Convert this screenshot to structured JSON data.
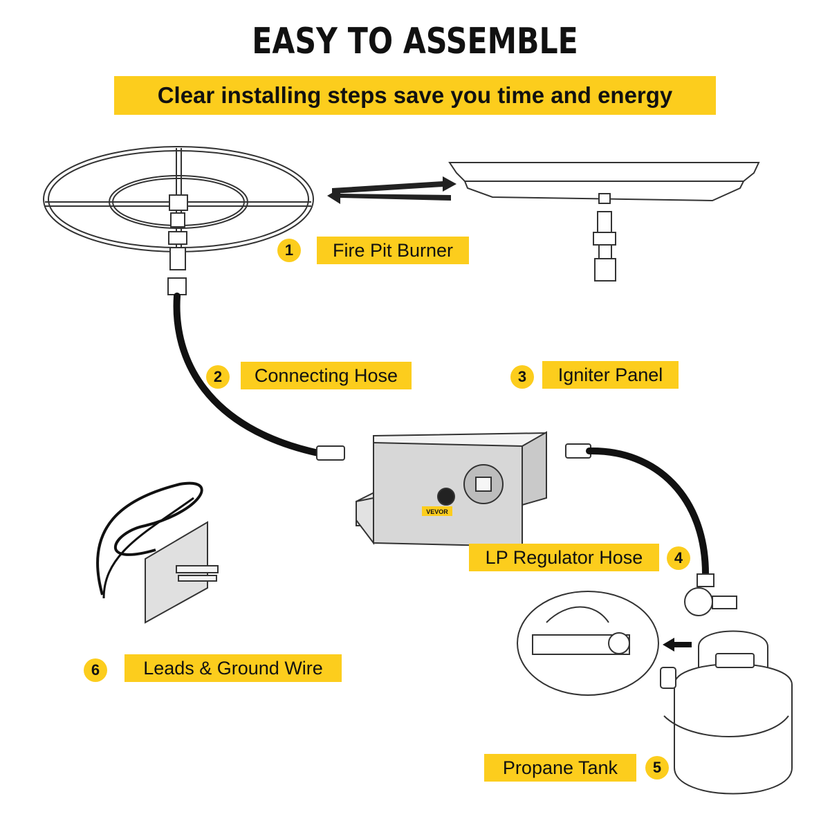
{
  "header": {
    "title": "EASY TO ASSEMBLE",
    "subtitle": "Clear installing steps save you time and energy"
  },
  "steps": [
    {
      "number": "1",
      "label": "Fire Pit Burner"
    },
    {
      "number": "2",
      "label": "Connecting Hose"
    },
    {
      "number": "3",
      "label": "Igniter Panel"
    },
    {
      "number": "4",
      "label": "LP Regulator Hose"
    },
    {
      "number": "5",
      "label": "Propane Tank"
    },
    {
      "number": "6",
      "label": "Leads & Ground Wire"
    }
  ],
  "brand_tag": "VEVOR",
  "colors": {
    "accent": "#fccd1d",
    "line": "#222222",
    "hose": "#111111"
  }
}
